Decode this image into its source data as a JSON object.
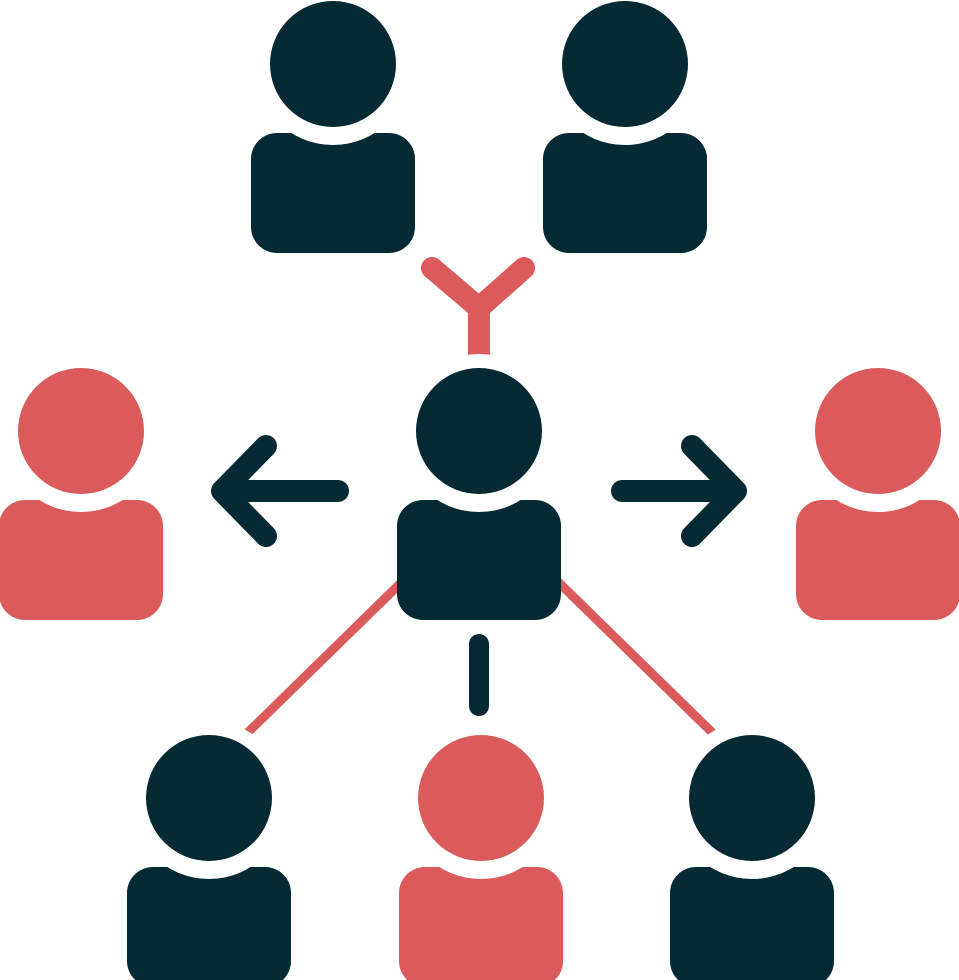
{
  "colors": {
    "dark": "#062a34",
    "accent": "#db5a5b",
    "background": "#ffffff"
  },
  "icon": "network-people-icon",
  "people": [
    {
      "name": "person-top-left-icon",
      "tone": "dark"
    },
    {
      "name": "person-top-right-icon",
      "tone": "dark"
    },
    {
      "name": "person-center-icon",
      "tone": "dark"
    },
    {
      "name": "person-left-icon",
      "tone": "accent"
    },
    {
      "name": "person-right-icon",
      "tone": "accent"
    },
    {
      "name": "person-bottom-left-icon",
      "tone": "dark"
    },
    {
      "name": "person-bottom-center-icon",
      "tone": "accent"
    },
    {
      "name": "person-bottom-right-icon",
      "tone": "dark"
    }
  ],
  "connectors": [
    {
      "name": "fork-connector-icon",
      "tone": "accent"
    },
    {
      "name": "left-arrow-icon",
      "tone": "dark"
    },
    {
      "name": "right-arrow-icon",
      "tone": "dark"
    },
    {
      "name": "link-line-bottom-left-icon",
      "tone": "accent"
    },
    {
      "name": "link-line-bottom-center-icon",
      "tone": "dark"
    },
    {
      "name": "link-line-bottom-right-icon",
      "tone": "accent"
    }
  ]
}
